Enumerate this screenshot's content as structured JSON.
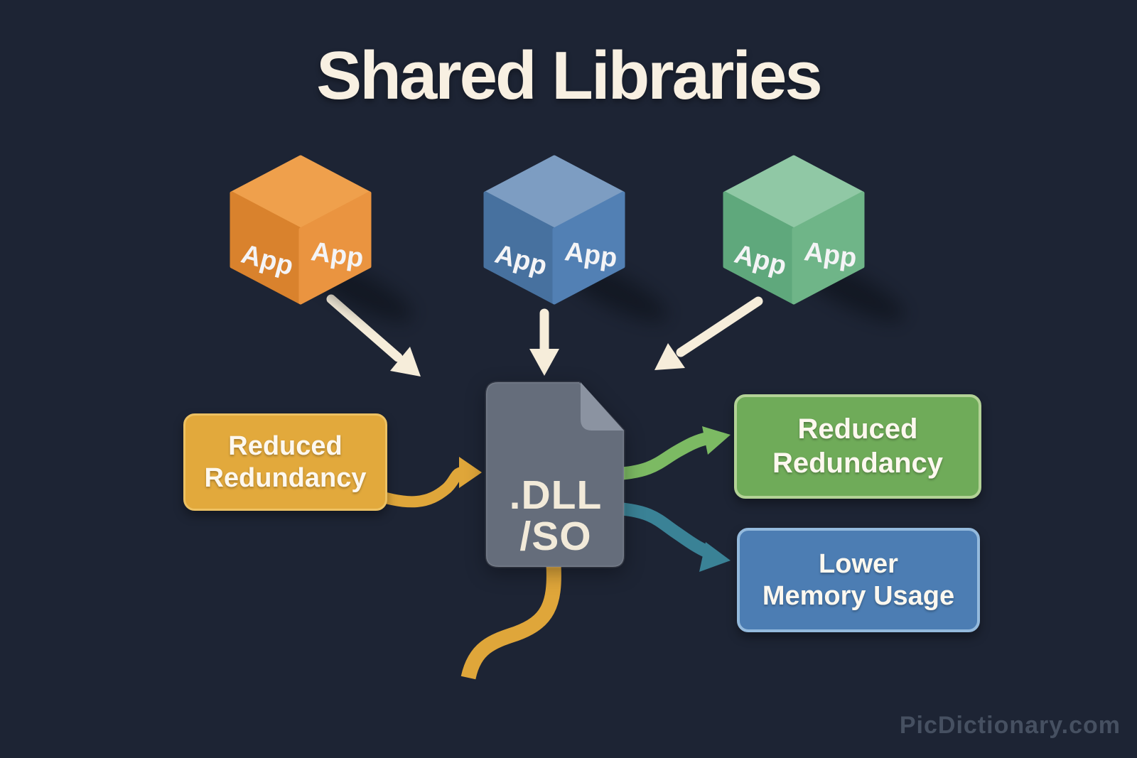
{
  "title": "Shared Libraries",
  "background_color": "#1d2434",
  "title_color": "#f8f0e2",
  "watermark": "PicDictionary.com",
  "watermark_color": "#465061",
  "apps": [
    {
      "label_left": "App",
      "label_right": "App",
      "colors": {
        "top": "#efa04c",
        "left": "#d9822d",
        "right": "#ea9440"
      }
    },
    {
      "label_left": "App",
      "label_right": "App",
      "colors": {
        "top": "#7d9dc2",
        "left": "#47719f",
        "right": "#5280b4"
      }
    },
    {
      "label_left": "App",
      "label_right": "App",
      "colors": {
        "top": "#90c8a5",
        "left": "#5fa87c",
        "right": "#6fb588"
      }
    }
  ],
  "library_file": {
    "line1": ".DLL",
    "line2": "/SO",
    "body_color": "#656d7b",
    "fold_color": "#8b93a1",
    "text_color": "#f2ead9"
  },
  "benefits": [
    {
      "line1": "Reduced",
      "line2": "Redundancy",
      "fill": "#e2a93c",
      "border": "#edc162",
      "text_color": "#fdf8ef"
    },
    {
      "line1": "Reduced",
      "line2": "Redundancy",
      "fill": "#6fab59",
      "border": "#b3d296",
      "text_color": "#fdf8ef"
    },
    {
      "line1": "Lower",
      "line2": "Memory Usage",
      "fill": "#4c7db3",
      "border": "#94badd",
      "text_color": "#fdf8ef"
    }
  ],
  "connectors": {
    "cream": "#f6edda",
    "gold": "#dfa63a",
    "green": "#7cba63",
    "teal": "#3a8296"
  }
}
